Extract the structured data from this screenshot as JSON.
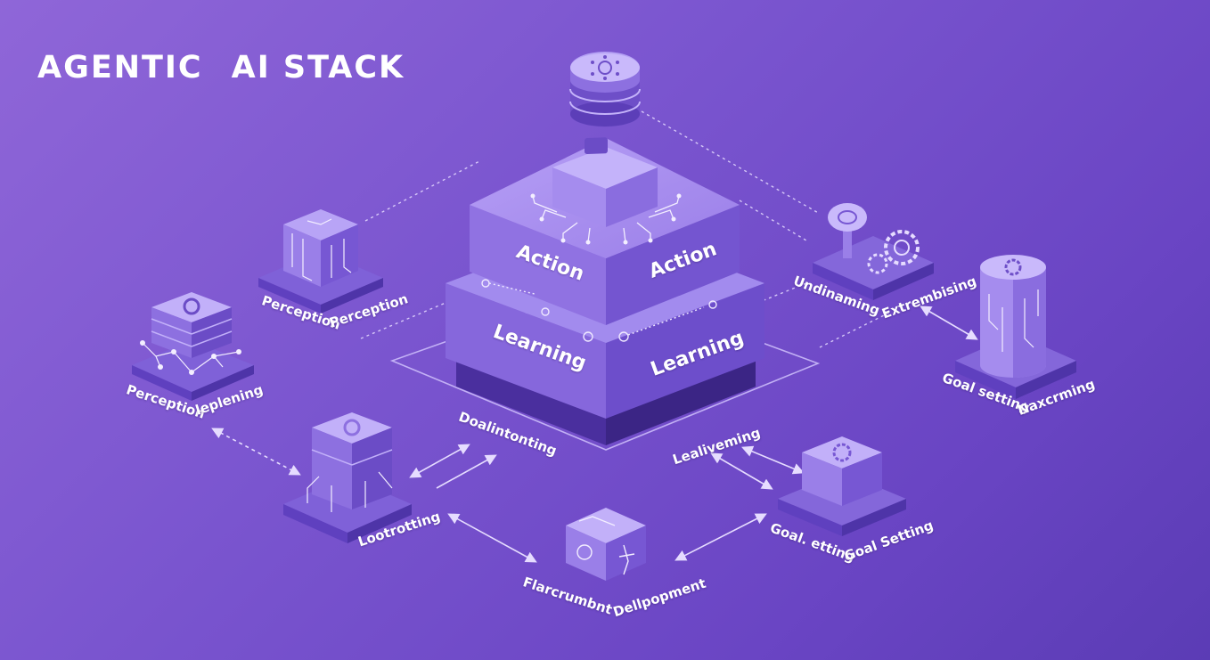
{
  "title": {
    "word1": "AGENTIC",
    "word2": "AI STACK"
  },
  "colors": {
    "bg_top": "#8f66d8",
    "bg_bottom": "#5b3cb5",
    "block_top": "#a990f0",
    "block_left": "#8b6de0",
    "block_right": "#6e4fc8",
    "line": "#e6dcff"
  },
  "central_stack": {
    "icons": [
      "database-icon",
      "chip-icon"
    ],
    "labels": {
      "action_left": "Action",
      "action_right": "Action",
      "learning_left": "Learning",
      "learning_right": "Learning"
    }
  },
  "nodes": {
    "perception_block": {
      "icon": "circuit-block-icon",
      "label_a": "Perception",
      "label_b": "Perception"
    },
    "planning_block": {
      "icon": "gear-network-icon",
      "label_a": "Perception",
      "label_b": "leplening"
    },
    "decision_block": {
      "icon": "gear-circuit-icon",
      "label_a": "Lootrotting",
      "label_b": "Doalintonting"
    },
    "understanding_block": {
      "icon": "gear-lever-icon",
      "label_a": "Undinaming",
      "label_b": "Extrembising"
    },
    "goal_cylinder": {
      "icon": "cylinder-gear-icon",
      "label_a": "Goal setting",
      "label_b": "Naxcrming"
    },
    "goal_block": {
      "icon": "gear-box-icon",
      "label_a": "Goal. etting",
      "label_b": "Goal Setting",
      "label_c": "Lealiveming"
    },
    "deploy_block": {
      "icon": "robot-hand-icon",
      "label_a": "Flarcrumbnt",
      "label_b": "Dellpopment"
    }
  }
}
